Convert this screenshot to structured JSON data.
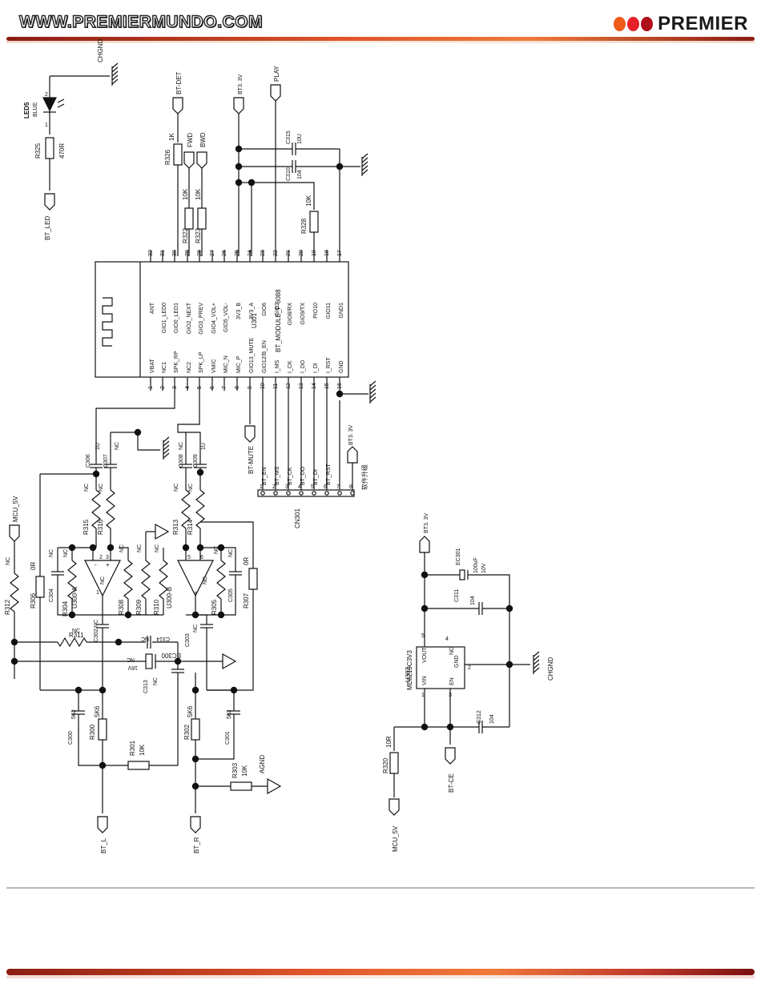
{
  "header": {
    "site_title": "WWW.PREMIERMUNDO.COM",
    "brand_name": "PREMIER",
    "brand_dot_colors": [
      "#f05a1a",
      "#e8202a",
      "#b0101a"
    ]
  },
  "colors": {
    "accent": "#e0542a",
    "dark_accent": "#8a1d12",
    "line": "#111111"
  },
  "labels": [
    {
      "id": "chgnd-top",
      "text": "CHGND"
    },
    {
      "id": "led5",
      "text": "LED5"
    },
    {
      "id": "led5-blue",
      "text": "BLUE"
    },
    {
      "id": "led5-pin2",
      "text": "2"
    },
    {
      "id": "led5-pin1",
      "text": "1"
    },
    {
      "id": "r325",
      "text": "R325"
    },
    {
      "id": "r325-val",
      "text": "470R"
    },
    {
      "id": "bt-led",
      "text": "BT_LED"
    },
    {
      "id": "bt-det",
      "text": "BT-DET"
    },
    {
      "id": "r326",
      "text": "R326"
    },
    {
      "id": "r326-val",
      "text": "1K"
    },
    {
      "id": "fwd",
      "text": "FWD"
    },
    {
      "id": "bwd",
      "text": "BWD"
    },
    {
      "id": "r322",
      "text": "R322"
    },
    {
      "id": "r322-val",
      "text": "10K"
    },
    {
      "id": "r323",
      "text": "R323"
    },
    {
      "id": "r323-val",
      "text": "10K"
    },
    {
      "id": "bt33-top",
      "text": "BT3. 3V"
    },
    {
      "id": "play",
      "text": "PLAY"
    },
    {
      "id": "c315",
      "text": "C315"
    },
    {
      "id": "c315-val",
      "text": "10U"
    },
    {
      "id": "c310",
      "text": "C310"
    },
    {
      "id": "c310-val",
      "text": "104"
    },
    {
      "id": "r328",
      "text": "R328"
    },
    {
      "id": "r328-val",
      "text": "10K"
    },
    {
      "id": "u301",
      "text": "U301"
    },
    {
      "id": "u301-module",
      "text": "BT_MODULE_F-6088"
    },
    {
      "id": "bt-mute",
      "text": "BT-MUTE"
    },
    {
      "id": "cn301",
      "text": "CN301"
    },
    {
      "id": "bt33-cn",
      "text": "BT3. 3V"
    },
    {
      "id": "cn-note",
      "text": "软件升级"
    },
    {
      "id": "mcu5v-left",
      "text": "MCU_5V"
    },
    {
      "id": "bt33-right",
      "text": "BT3. 3V"
    },
    {
      "id": "ec301",
      "text": "EC301"
    },
    {
      "id": "ec301-val",
      "text": "100uF"
    },
    {
      "id": "ec301-volt",
      "text": "10V"
    },
    {
      "id": "c311",
      "text": "C311"
    },
    {
      "id": "c311-val",
      "text": "104"
    },
    {
      "id": "u302",
      "text": "U302"
    },
    {
      "id": "u302-part",
      "text": "ME6219C3V3"
    },
    {
      "id": "u302-vin",
      "text": "VIN"
    },
    {
      "id": "u302-vout",
      "text": "VOUT"
    },
    {
      "id": "u302-en",
      "text": "EN"
    },
    {
      "id": "u302-nc",
      "text": "NC"
    },
    {
      "id": "u302-gnd",
      "text": "GND"
    },
    {
      "id": "chgnd-right",
      "text": "CHGND"
    },
    {
      "id": "c312",
      "text": "C312"
    },
    {
      "id": "c312-val",
      "text": "104"
    },
    {
      "id": "r320",
      "text": "R320"
    },
    {
      "id": "r320-val",
      "text": "10R"
    },
    {
      "id": "bt-ce",
      "text": "BT-CE"
    },
    {
      "id": "mcu5v-bottom",
      "text": "MCU_5V"
    },
    {
      "id": "bt-l",
      "text": "BT_L"
    },
    {
      "id": "bt-r",
      "text": "BT_R"
    },
    {
      "id": "agnd",
      "text": "AGND"
    },
    {
      "id": "u300a",
      "text": "U300-A"
    },
    {
      "id": "u300b",
      "text": "U300-B"
    },
    {
      "id": "r315",
      "text": "R315"
    },
    {
      "id": "r316",
      "text": "R316"
    },
    {
      "id": "r313",
      "text": "R313"
    },
    {
      "id": "r314",
      "text": "R314"
    },
    {
      "id": "r304",
      "text": "R304"
    },
    {
      "id": "r305",
      "text": "R305"
    },
    {
      "id": "r306",
      "text": "R306"
    },
    {
      "id": "r307",
      "text": "R307"
    },
    {
      "id": "r308",
      "text": "R308"
    },
    {
      "id": "r309",
      "text": "R309"
    },
    {
      "id": "r310",
      "text": "R310"
    },
    {
      "id": "r311",
      "text": "R311"
    },
    {
      "id": "r312",
      "text": "R312"
    },
    {
      "id": "r300",
      "text": "R300"
    },
    {
      "id": "r300-val",
      "text": "5K6"
    },
    {
      "id": "r301",
      "text": "R301"
    },
    {
      "id": "r301-val",
      "text": "10K"
    },
    {
      "id": "r302",
      "text": "R302"
    },
    {
      "id": "r302-val",
      "text": "5K6"
    },
    {
      "id": "r303",
      "text": "R303"
    },
    {
      "id": "r303-val",
      "text": "10K"
    },
    {
      "id": "c300",
      "text": "C300"
    },
    {
      "id": "c300-val",
      "text": "562"
    },
    {
      "id": "c301",
      "text": "C301"
    },
    {
      "id": "c301-val",
      "text": "562"
    },
    {
      "id": "c302",
      "text": "C302"
    },
    {
      "id": "c303",
      "text": "C303"
    },
    {
      "id": "c304",
      "text": "C304"
    },
    {
      "id": "c305",
      "text": "C305"
    },
    {
      "id": "c306",
      "text": "C306"
    },
    {
      "id": "c306-val",
      "text": "1U"
    },
    {
      "id": "c307",
      "text": "C307"
    },
    {
      "id": "c308",
      "text": "C308"
    },
    {
      "id": "c309",
      "text": "C309"
    },
    {
      "id": "c309-val",
      "text": "1U"
    },
    {
      "id": "c313",
      "text": "C313"
    },
    {
      "id": "c314",
      "text": "C314"
    },
    {
      "id": "ec300",
      "text": "EC300"
    },
    {
      "id": "ec300-val",
      "text": "16V"
    },
    {
      "id": "nc",
      "text": "NC"
    },
    {
      "id": "zero-r",
      "text": "0R"
    }
  ],
  "u301_pins_top": [
    {
      "num": "32",
      "name": "ANT"
    },
    {
      "num": "31",
      "name": "GIO1_LED0"
    },
    {
      "num": "30",
      "name": "GIO0_LED1"
    },
    {
      "num": "29",
      "name": "GIO2_NEXT"
    },
    {
      "num": "28",
      "name": "GIO3_PREV"
    },
    {
      "num": "27",
      "name": "GIO4_VOL+"
    },
    {
      "num": "26",
      "name": "GIO5_VOL-"
    },
    {
      "num": "25",
      "name": "3V3_B"
    },
    {
      "num": "24",
      "name": "3V3_A"
    },
    {
      "num": "23",
      "name": "GIO6"
    },
    {
      "num": "22",
      "name": "GIO7"
    },
    {
      "num": "21",
      "name": "GIO8/RX"
    },
    {
      "num": "20",
      "name": "GIO9/TX"
    },
    {
      "num": "19",
      "name": "PIO10"
    },
    {
      "num": "18",
      "name": "GIO11"
    },
    {
      "num": "17",
      "name": "GND1"
    }
  ],
  "u301_pins_bottom": [
    {
      "num": "1",
      "name": "VBAT"
    },
    {
      "num": "2",
      "name": "NC1"
    },
    {
      "num": "3",
      "name": "SPK_RP"
    },
    {
      "num": "4",
      "name": "NC2"
    },
    {
      "num": "5",
      "name": "SPK_LP"
    },
    {
      "num": "6",
      "name": "VMIC"
    },
    {
      "num": "7",
      "name": "MIC_N"
    },
    {
      "num": "8",
      "name": "MIC_P"
    },
    {
      "num": "9",
      "name": "GIO13_MUTE"
    },
    {
      "num": "10",
      "name": "GIO12/B_EN"
    },
    {
      "num": "11",
      "name": "I_MS"
    },
    {
      "num": "12",
      "name": "I_CK"
    },
    {
      "num": "13",
      "name": "I_DO"
    },
    {
      "num": "14",
      "name": "I_DI"
    },
    {
      "num": "15",
      "name": "I_RST"
    },
    {
      "num": "16",
      "name": "GND"
    }
  ],
  "cn301_pins": [
    {
      "num": "1",
      "name": "BT_EN"
    },
    {
      "num": "2",
      "name": "BT_MS"
    },
    {
      "num": "3",
      "name": "BT_CK"
    },
    {
      "num": "4",
      "name": "BT_DO"
    },
    {
      "num": "5",
      "name": "BT_DI"
    },
    {
      "num": "6",
      "name": "BT_RST"
    },
    {
      "num": "7",
      "name": ""
    },
    {
      "num": "8",
      "name": ""
    }
  ],
  "opamp_pins": {
    "a_plus": "+",
    "a_minus": "-",
    "a_p1": "1",
    "a_p2": "2",
    "a_p3": "3",
    "b_p5": "5",
    "b_p6": "6",
    "b_p7": "7"
  }
}
